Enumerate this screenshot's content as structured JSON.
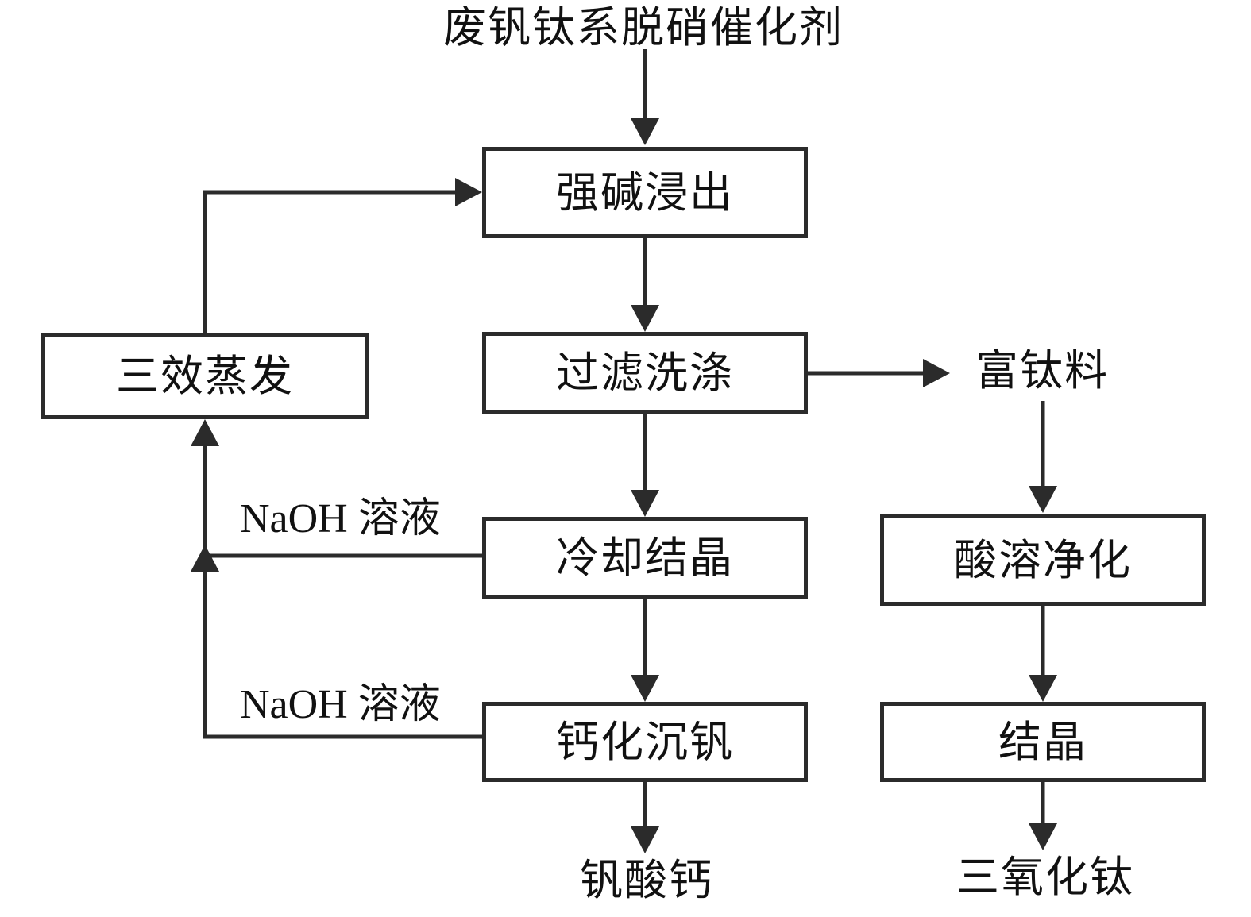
{
  "diagram": {
    "title_label": "废钒钛系脱硝催化剂",
    "nodes": [
      {
        "id": "leach",
        "label": "强碱浸出"
      },
      {
        "id": "filter-wash",
        "label": "过滤洗涤"
      },
      {
        "id": "evaporation",
        "label": "三效蒸发"
      },
      {
        "id": "cool-cryst",
        "label": "冷却结晶"
      },
      {
        "id": "calcium-vpt",
        "label": "钙化沉钒"
      },
      {
        "id": "acid-purify",
        "label": "酸溶净化"
      },
      {
        "id": "crystallize",
        "label": "结晶"
      }
    ],
    "terminals": [
      {
        "id": "feed",
        "label": "废钒钛系脱硝催化剂"
      },
      {
        "id": "ti-rich",
        "label": "富钛料"
      },
      {
        "id": "calcium-vanadate",
        "label": "钒酸钙"
      },
      {
        "id": "titanium-oxide",
        "label": "三氧化钛"
      }
    ],
    "edge_labels": [
      {
        "id": "naoh-upper",
        "label": "NaOH 溶液"
      },
      {
        "id": "naoh-lower",
        "label": "NaOH 溶液"
      }
    ],
    "colors": {
      "stroke": "#2b2b2b",
      "text": "#111111",
      "background": "#ffffff"
    }
  }
}
